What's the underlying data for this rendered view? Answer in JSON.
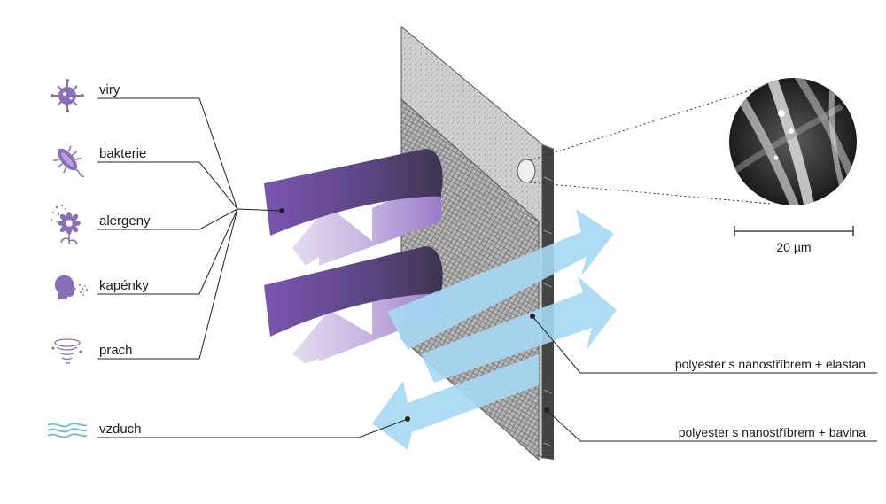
{
  "threats": [
    {
      "label": "viry",
      "icon": "virus-icon"
    },
    {
      "label": "bakterie",
      "icon": "bacteria-icon"
    },
    {
      "label": "alergeny",
      "icon": "pollen-flower-icon"
    },
    {
      "label": "kapénky",
      "icon": "sneeze-head-icon"
    },
    {
      "label": "prach",
      "icon": "dust-swirl-icon"
    }
  ],
  "air": {
    "label": "vzduch",
    "icon": "air-waves-icon"
  },
  "layers": {
    "inner": "polyester s nanostříbrem + elastan",
    "outer": "polyester s nanostříbrem + bavlna"
  },
  "microscope": {
    "scale_label": "20 µm"
  },
  "colors": {
    "threat_icon": "#8a6fb8",
    "air_icon": "#6cb9e0",
    "purple_dark": "#5b3c86",
    "purple_light": "#d9cdea",
    "blue_arrow": "#a6d8f4",
    "fabric": "#c4c4c4"
  }
}
